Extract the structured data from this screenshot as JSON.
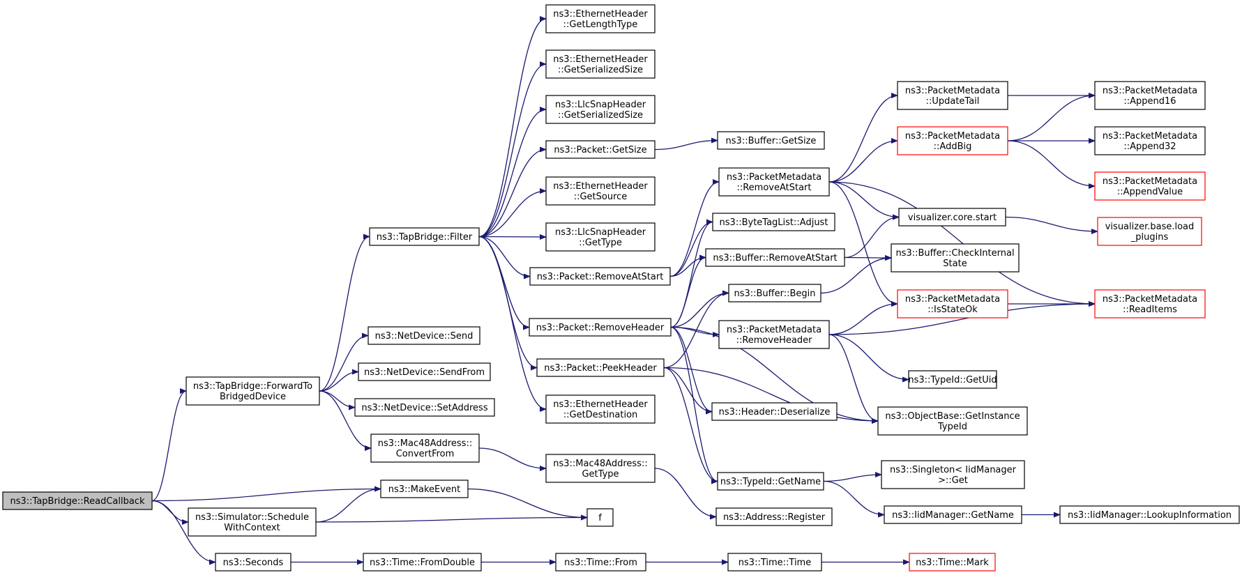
{
  "colors": {
    "edge": "#191970",
    "node_border": "#000000",
    "node_border_incomplete": "#ff0000",
    "root_fill": "#bfbfbf",
    "node_fill": "#ffffff"
  },
  "nodes": [
    {
      "id": "readcallback",
      "lines": [
        "ns3::TapBridge::ReadCallback"
      ],
      "root": true
    },
    {
      "id": "forward",
      "lines": [
        "ns3::TapBridge::ForwardTo",
        "BridgedDevice"
      ]
    },
    {
      "id": "makeevent",
      "lines": [
        "ns3::MakeEvent"
      ]
    },
    {
      "id": "schedule",
      "lines": [
        "ns3::Simulator::Schedule",
        "WithContext"
      ]
    },
    {
      "id": "seconds",
      "lines": [
        "ns3::Seconds"
      ]
    },
    {
      "id": "filter",
      "lines": [
        "ns3::TapBridge::Filter"
      ]
    },
    {
      "id": "nd_send",
      "lines": [
        "ns3::NetDevice::Send"
      ]
    },
    {
      "id": "nd_sendfrom",
      "lines": [
        "ns3::NetDevice::SendFrom"
      ]
    },
    {
      "id": "nd_setaddr",
      "lines": [
        "ns3::NetDevice::SetAddress"
      ]
    },
    {
      "id": "mac_convert",
      "lines": [
        "ns3::Mac48Address::",
        "ConvertFrom"
      ]
    },
    {
      "id": "f",
      "lines": [
        "f"
      ]
    },
    {
      "id": "fromdouble",
      "lines": [
        "ns3::Time::FromDouble"
      ]
    },
    {
      "id": "eth_lentype",
      "lines": [
        "ns3::EthernetHeader",
        "::GetLengthType"
      ]
    },
    {
      "id": "eth_sersize",
      "lines": [
        "ns3::EthernetHeader",
        "::GetSerializedSize"
      ]
    },
    {
      "id": "llc_sersize",
      "lines": [
        "ns3::LlcSnapHeader",
        "::GetSerializedSize"
      ]
    },
    {
      "id": "pkt_getsize",
      "lines": [
        "ns3::Packet::GetSize"
      ]
    },
    {
      "id": "eth_source",
      "lines": [
        "ns3::EthernetHeader",
        "::GetSource"
      ]
    },
    {
      "id": "llc_gettype",
      "lines": [
        "ns3::LlcSnapHeader",
        "::GetType"
      ]
    },
    {
      "id": "pkt_removeatstart",
      "lines": [
        "ns3::Packet::RemoveAtStart"
      ]
    },
    {
      "id": "pkt_removeheader",
      "lines": [
        "ns3::Packet::RemoveHeader"
      ]
    },
    {
      "id": "pkt_peekheader",
      "lines": [
        "ns3::Packet::PeekHeader"
      ]
    },
    {
      "id": "eth_dest",
      "lines": [
        "ns3::EthernetHeader",
        "::GetDestination"
      ]
    },
    {
      "id": "mac_gettype",
      "lines": [
        "ns3::Mac48Address::",
        "GetType"
      ]
    },
    {
      "id": "time_from",
      "lines": [
        "ns3::Time::From"
      ]
    },
    {
      "id": "buf_getsize",
      "lines": [
        "ns3::Buffer::GetSize"
      ]
    },
    {
      "id": "pm_removeatstart",
      "lines": [
        "ns3::PacketMetadata",
        "::RemoveAtStart"
      ]
    },
    {
      "id": "btl_adjust",
      "lines": [
        "ns3::ByteTagList::Adjust"
      ]
    },
    {
      "id": "buf_removeatstart",
      "lines": [
        "ns3::Buffer::RemoveAtStart"
      ]
    },
    {
      "id": "buf_begin",
      "lines": [
        "ns3::Buffer::Begin"
      ]
    },
    {
      "id": "pm_removeheader",
      "lines": [
        "ns3::PacketMetadata",
        "::RemoveHeader"
      ]
    },
    {
      "id": "hdr_deserialize",
      "lines": [
        "ns3::Header::Deserialize"
      ]
    },
    {
      "id": "typeid_getname",
      "lines": [
        "ns3::TypeId::GetName"
      ]
    },
    {
      "id": "addr_register",
      "lines": [
        "ns3::Address::Register"
      ]
    },
    {
      "id": "time_time",
      "lines": [
        "ns3::Time::Time"
      ]
    },
    {
      "id": "pm_updatetail",
      "lines": [
        "ns3::PacketMetadata",
        "::UpdateTail"
      ]
    },
    {
      "id": "pm_addbig",
      "lines": [
        "ns3::PacketMetadata",
        "::AddBig"
      ],
      "incomplete": true
    },
    {
      "id": "viz_start",
      "lines": [
        "visualizer.core.start"
      ]
    },
    {
      "id": "buf_checkstate",
      "lines": [
        "ns3::Buffer::CheckInternal",
        "State"
      ]
    },
    {
      "id": "pm_isstateok",
      "lines": [
        "ns3::PacketMetadata",
        "::IsStateOk"
      ],
      "incomplete": true
    },
    {
      "id": "typeid_getuid",
      "lines": [
        "ns3::TypeId::GetUid"
      ]
    },
    {
      "id": "objbase_getinst",
      "lines": [
        "ns3::ObjectBase::GetInstance",
        "TypeId"
      ]
    },
    {
      "id": "singleton_get",
      "lines": [
        "ns3::Singleton< IidManager",
        ">::Get"
      ]
    },
    {
      "id": "iid_getname",
      "lines": [
        "ns3::IidManager::GetName"
      ]
    },
    {
      "id": "time_mark",
      "lines": [
        "ns3::Time::Mark"
      ],
      "incomplete": true
    },
    {
      "id": "pm_append16",
      "lines": [
        "ns3::PacketMetadata",
        "::Append16"
      ]
    },
    {
      "id": "pm_append32",
      "lines": [
        "ns3::PacketMetadata",
        "::Append32"
      ]
    },
    {
      "id": "pm_appendvalue",
      "lines": [
        "ns3::PacketMetadata",
        "::AppendValue"
      ],
      "incomplete": true
    },
    {
      "id": "viz_loadplugins",
      "lines": [
        "visualizer.base.load",
        "_plugins"
      ],
      "incomplete": true
    },
    {
      "id": "pm_readitems",
      "lines": [
        "ns3::PacketMetadata",
        "::ReadItems"
      ],
      "incomplete": true
    },
    {
      "id": "iid_lookup",
      "lines": [
        "ns3::IidManager::LookupInformation"
      ]
    }
  ],
  "edges": [
    [
      "readcallback",
      "forward"
    ],
    [
      "readcallback",
      "makeevent"
    ],
    [
      "readcallback",
      "schedule"
    ],
    [
      "readcallback",
      "seconds"
    ],
    [
      "forward",
      "filter"
    ],
    [
      "forward",
      "nd_send"
    ],
    [
      "forward",
      "nd_sendfrom"
    ],
    [
      "forward",
      "nd_setaddr"
    ],
    [
      "forward",
      "mac_convert"
    ],
    [
      "schedule",
      "makeevent"
    ],
    [
      "schedule",
      "f"
    ],
    [
      "makeevent",
      "f"
    ],
    [
      "seconds",
      "fromdouble"
    ],
    [
      "filter",
      "eth_lentype"
    ],
    [
      "filter",
      "eth_sersize"
    ],
    [
      "filter",
      "llc_sersize"
    ],
    [
      "filter",
      "pkt_getsize"
    ],
    [
      "filter",
      "eth_source"
    ],
    [
      "filter",
      "llc_gettype"
    ],
    [
      "filter",
      "pkt_removeatstart"
    ],
    [
      "filter",
      "pkt_removeheader"
    ],
    [
      "filter",
      "pkt_peekheader"
    ],
    [
      "filter",
      "eth_dest"
    ],
    [
      "mac_convert",
      "mac_gettype"
    ],
    [
      "fromdouble",
      "time_from"
    ],
    [
      "pkt_getsize",
      "buf_getsize"
    ],
    [
      "pkt_removeatstart",
      "pm_removeatstart"
    ],
    [
      "pkt_removeatstart",
      "btl_adjust"
    ],
    [
      "pkt_removeatstart",
      "buf_removeatstart"
    ],
    [
      "pkt_removeheader",
      "btl_adjust"
    ],
    [
      "pkt_removeheader",
      "buf_removeatstart"
    ],
    [
      "pkt_removeheader",
      "buf_begin"
    ],
    [
      "pkt_removeheader",
      "pm_removeheader"
    ],
    [
      "pkt_removeheader",
      "hdr_deserialize"
    ],
    [
      "pkt_removeheader",
      "typeid_getname"
    ],
    [
      "pkt_removeheader",
      "objbase_getinst"
    ],
    [
      "pkt_peekheader",
      "buf_begin"
    ],
    [
      "pkt_peekheader",
      "hdr_deserialize"
    ],
    [
      "pkt_peekheader",
      "typeid_getname"
    ],
    [
      "pkt_peekheader",
      "objbase_getinst"
    ],
    [
      "mac_gettype",
      "addr_register"
    ],
    [
      "time_from",
      "time_time"
    ],
    [
      "time_time",
      "time_mark"
    ],
    [
      "pm_removeatstart",
      "pm_updatetail"
    ],
    [
      "pm_removeatstart",
      "pm_addbig"
    ],
    [
      "pm_removeatstart",
      "viz_start"
    ],
    [
      "pm_removeatstart",
      "pm_isstateok"
    ],
    [
      "pm_removeatstart",
      "pm_readitems"
    ],
    [
      "buf_removeatstart",
      "viz_start"
    ],
    [
      "buf_removeatstart",
      "buf_checkstate"
    ],
    [
      "buf_begin",
      "buf_checkstate"
    ],
    [
      "pm_removeheader",
      "pm_isstateok"
    ],
    [
      "pm_removeheader",
      "pm_readitems"
    ],
    [
      "pm_removeheader",
      "typeid_getuid"
    ],
    [
      "pm_removeheader",
      "objbase_getinst"
    ],
    [
      "typeid_getname",
      "singleton_get"
    ],
    [
      "typeid_getname",
      "iid_getname"
    ],
    [
      "iid_getname",
      "iid_lookup"
    ],
    [
      "pm_updatetail",
      "pm_append16"
    ],
    [
      "pm_addbig",
      "pm_append16"
    ],
    [
      "pm_addbig",
      "pm_append32"
    ],
    [
      "pm_addbig",
      "pm_appendvalue"
    ],
    [
      "viz_start",
      "viz_loadplugins"
    ],
    [
      "pm_isstateok",
      "pm_readitems"
    ]
  ]
}
